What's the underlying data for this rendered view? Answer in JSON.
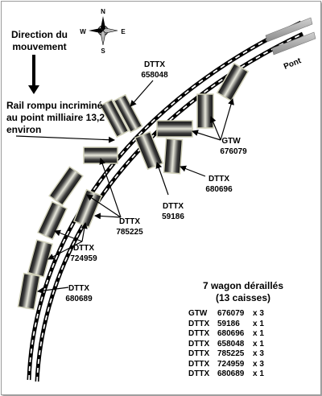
{
  "compass": {
    "n": "N",
    "s": "S",
    "e": "E",
    "w": "W"
  },
  "direction_label": "Direction du mouvement",
  "bridge_label": "Pont",
  "rail_note": "Rail rompu incriminé au point milliaire 13,2 environ",
  "labels": {
    "l658048": {
      "type": "DTTX",
      "num": "658048"
    },
    "l676079": {
      "type": "GTW",
      "num": "676079"
    },
    "l680696": {
      "type": "DTTX",
      "num": "680696"
    },
    "l59186": {
      "type": "DTTX",
      "num": "59186"
    },
    "l785225": {
      "type": "DTTX",
      "num": "785225"
    },
    "l724959": {
      "type": "DTTX",
      "num": "724959"
    },
    "l680689": {
      "type": "DTTX",
      "num": "680689"
    }
  },
  "summary": {
    "title1": "7 wagon déraillés",
    "title2": "(13 caisses)",
    "rows": [
      {
        "type": "GTW",
        "num": "676079",
        "count": "x 3"
      },
      {
        "type": "DTTX",
        "num": "59186",
        "count": "x 1"
      },
      {
        "type": "DTTX",
        "num": "680696",
        "count": "x 1"
      },
      {
        "type": "DTTX",
        "num": "658048",
        "count": "x 1"
      },
      {
        "type": "DTTX",
        "num": "785225",
        "count": "x 3"
      },
      {
        "type": "DTTX",
        "num": "724959",
        "count": "x 3"
      },
      {
        "type": "DTTX",
        "num": "680689",
        "count": "x 1"
      }
    ]
  }
}
